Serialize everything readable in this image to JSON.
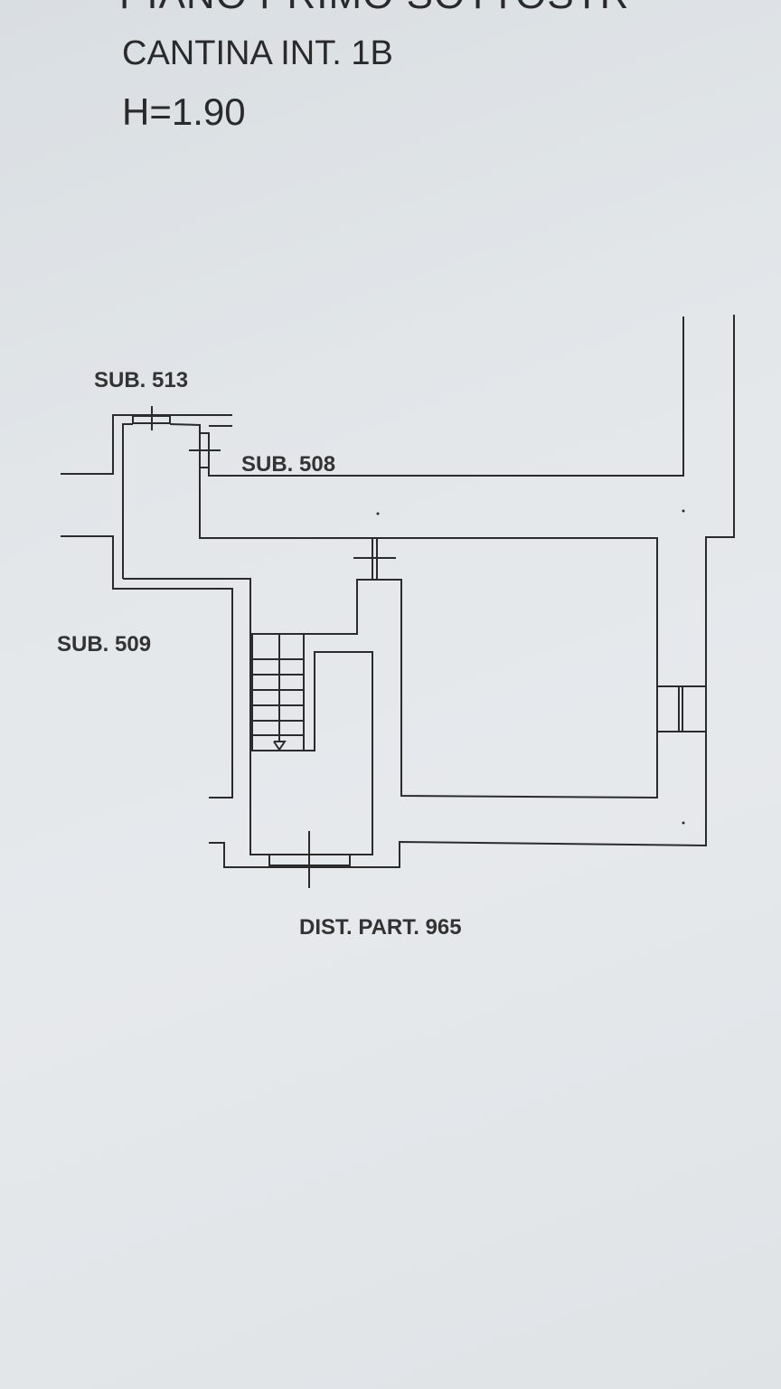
{
  "header": {
    "title_partial": "PIANO PRIMO SOTTOSTR",
    "unit": "CANTINA INT. 1B",
    "height": "H=1.90"
  },
  "plan_labels": {
    "sub_513": "SUB. 513",
    "sub_508": "SUB. 508",
    "sub_509": "SUB. 509",
    "dist_part": "DIST. PART. 965"
  }
}
